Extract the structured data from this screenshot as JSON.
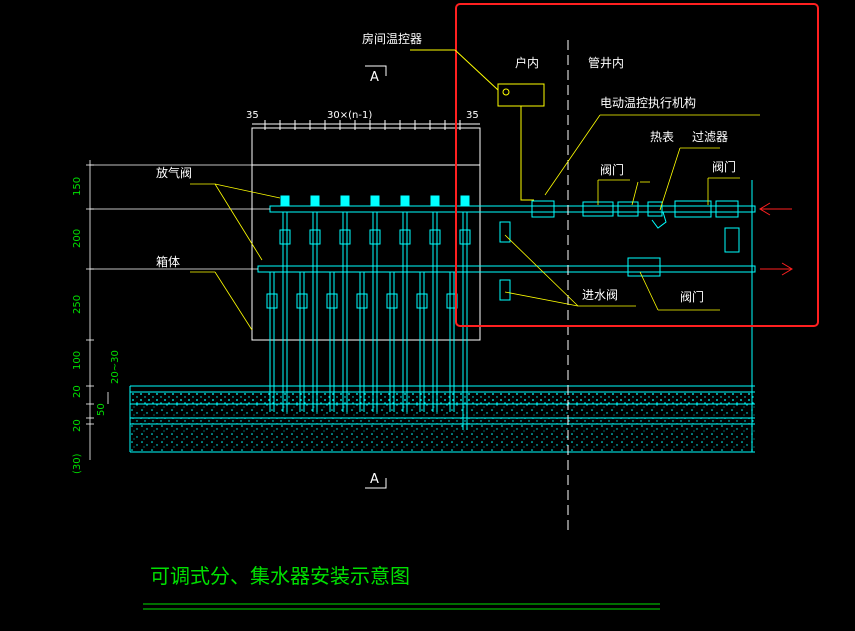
{
  "title": "可调式分、集水器安装示意图",
  "labels": {
    "room_thermostat": "房间温控器",
    "indoor": "户内",
    "shaft": "管井内",
    "actuator": "电动温控执行机构",
    "heat_meter": "热表",
    "filter": "过滤器",
    "valve_top_left": "阀门",
    "valve_top_right": "阀门",
    "valve_bottom": "阀门",
    "inlet_valve": "进水阀",
    "vent_valve": "放气阀",
    "box": "箱体"
  },
  "section_marks": {
    "top": "A",
    "bottom": "A"
  },
  "top_dims": {
    "left": "35",
    "middle": "30×(n-1)",
    "right": "35"
  },
  "vertical_dims": [
    "150",
    "200",
    "250",
    "100",
    "20",
    "50",
    "20",
    "(30)"
  ],
  "small_dim": "20~30",
  "colors": {
    "background": "#000000",
    "pipe": "#00ffff",
    "text": "#ffffff",
    "dim": "#00e000",
    "highlight": "#ff2020",
    "line": "#ffff00"
  }
}
